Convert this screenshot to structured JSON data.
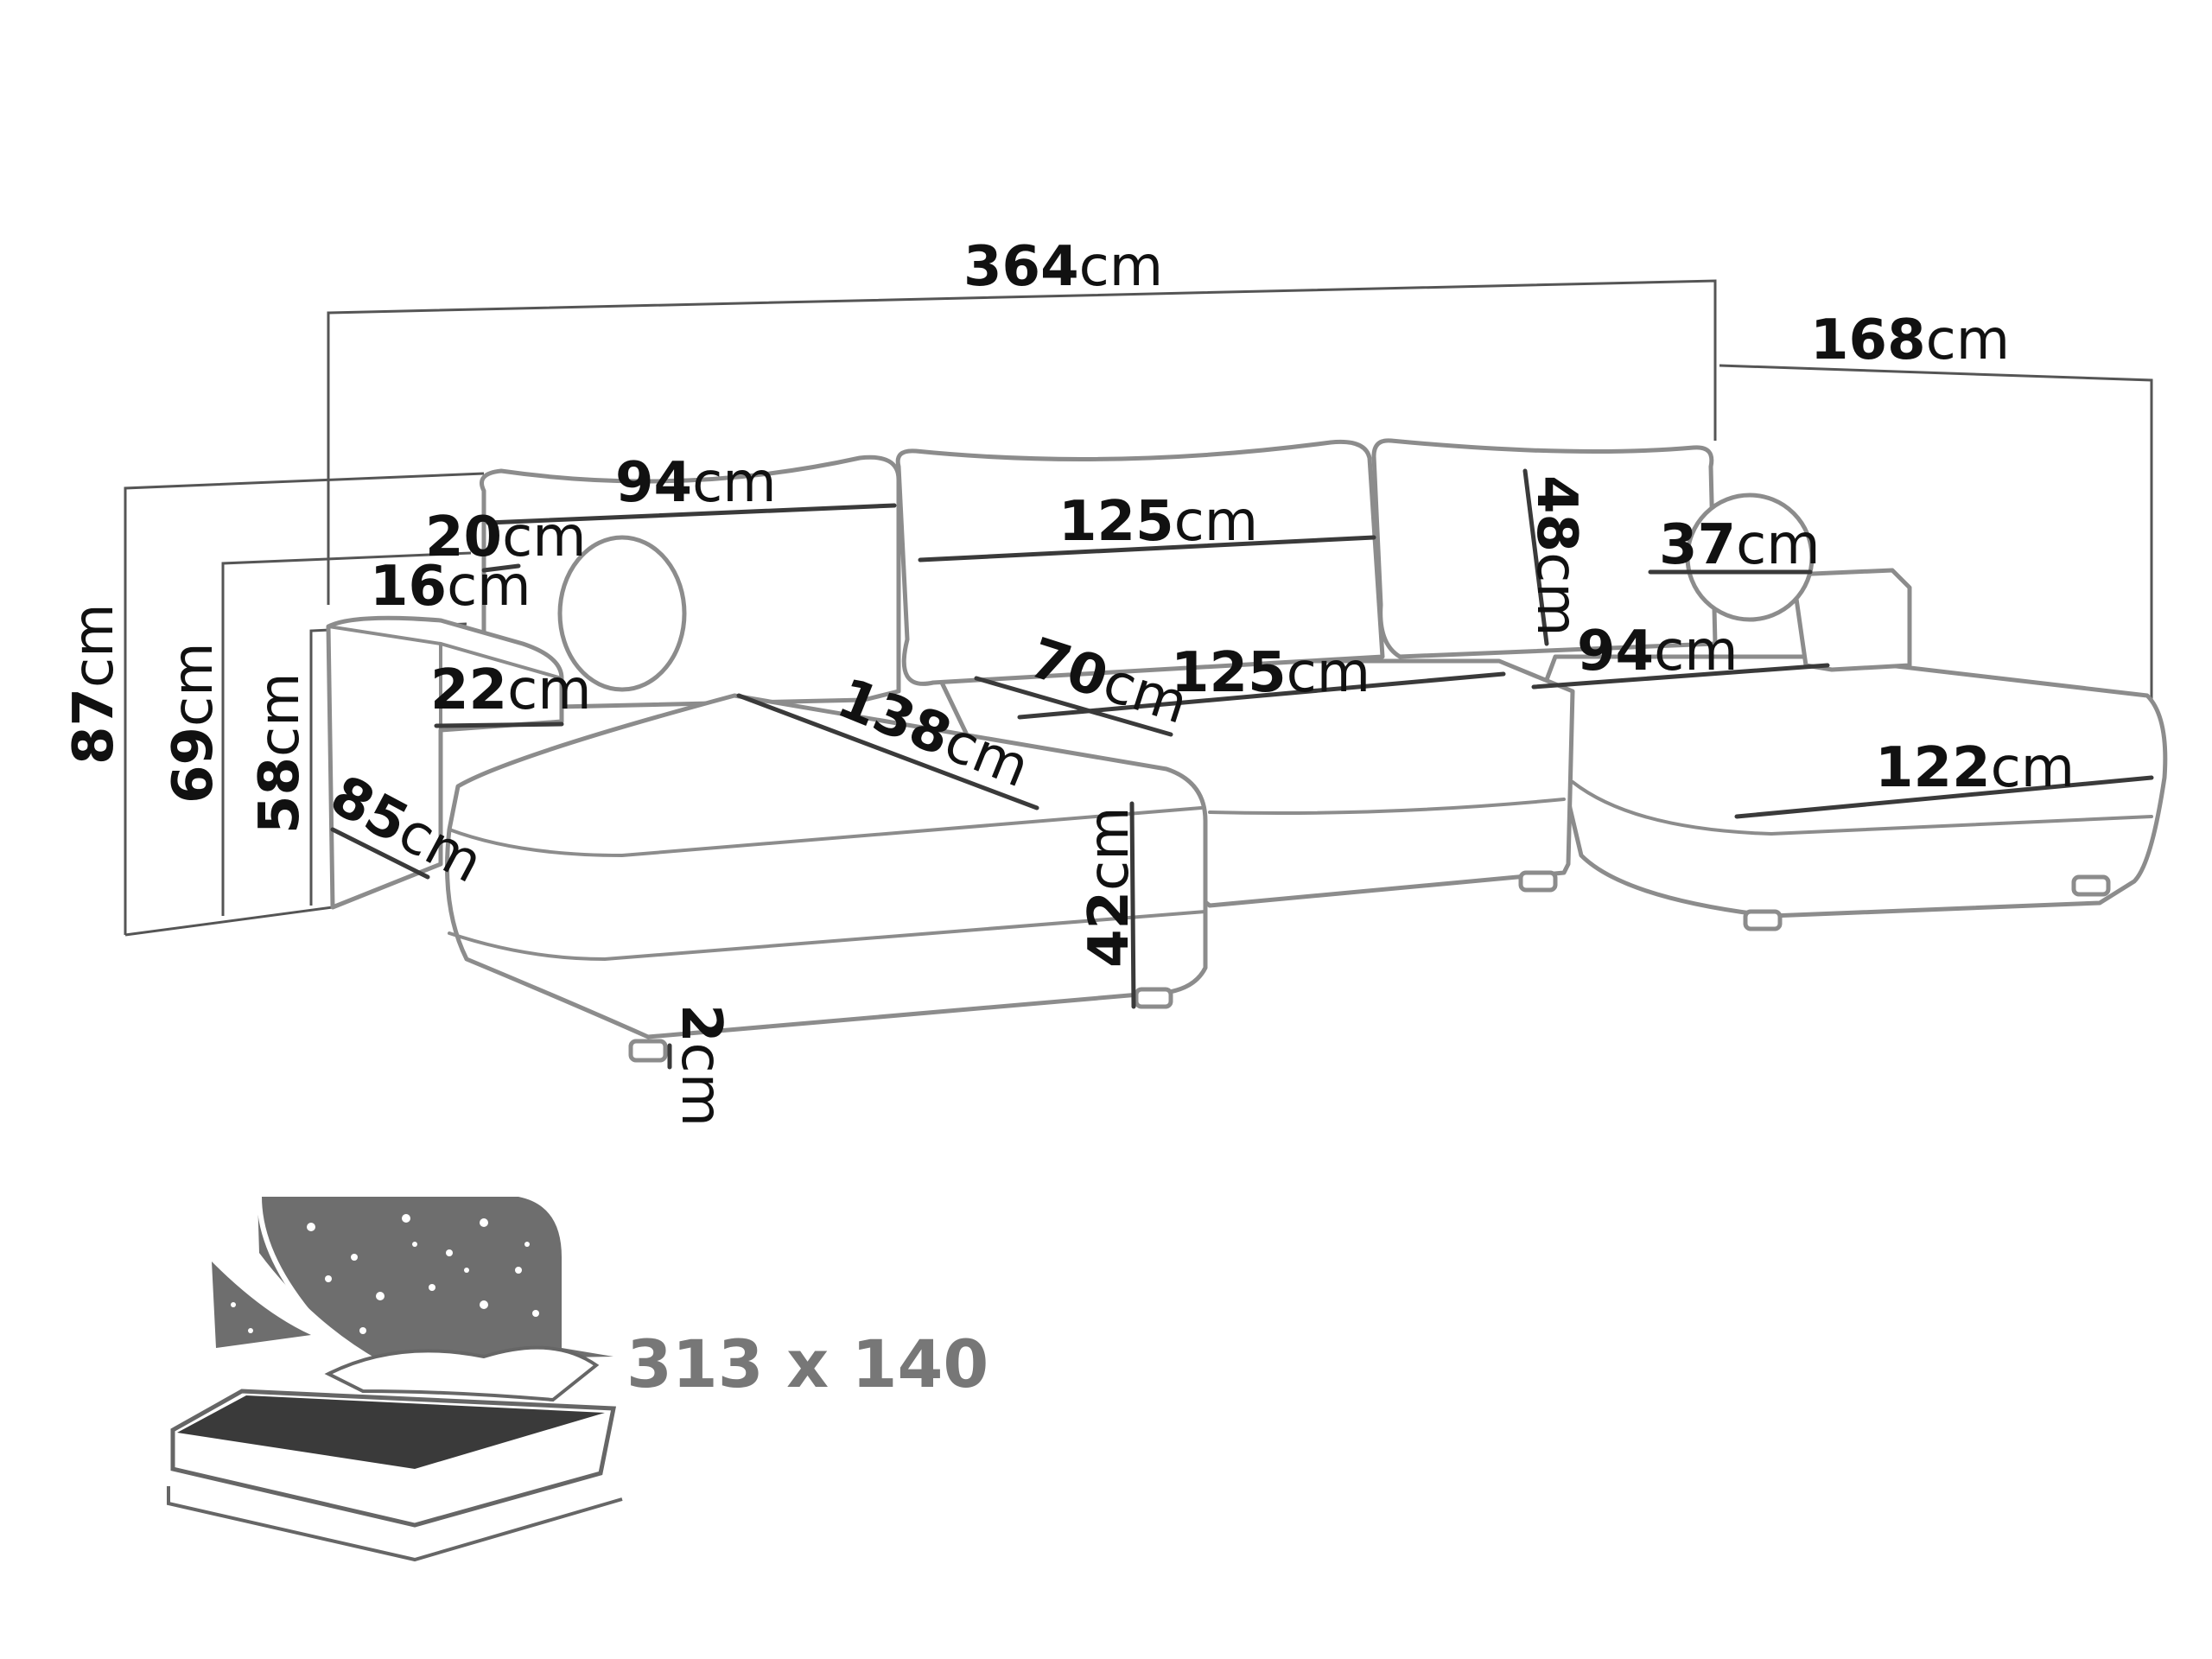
{
  "unit": "cm",
  "dimensions": {
    "total_width": "364",
    "chaise_depth_right": "168",
    "height_back": "87",
    "height_armrest_back": "69",
    "height_armrest": "58",
    "back_cushion_left_width": "94",
    "back_cushion_center_width": "125",
    "back_cushion_height": "48",
    "roll_pillow_diameter": "37",
    "armrest_top_width": "20",
    "armrest_side_width": "16",
    "armrest_front_width": "22",
    "arm_depth": "85",
    "left_chaise_length": "138",
    "center_seat_depth": "70",
    "center_seat_width": "125",
    "right_chaise_width": "94",
    "right_chaise_front": "122",
    "seat_height": "42",
    "leg_height": "2"
  },
  "bed": {
    "label": "313 x 140"
  }
}
